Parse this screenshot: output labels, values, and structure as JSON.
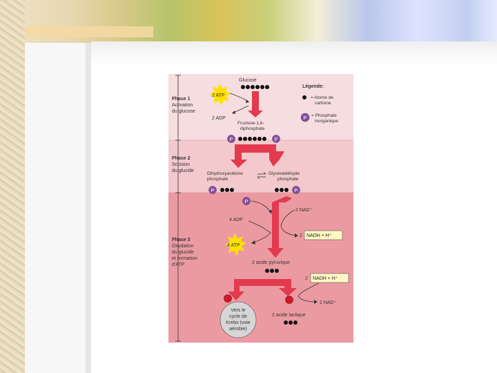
{
  "diagram": {
    "phase1": {
      "title": "Phase 1",
      "line1": "Activation",
      "line2": "du glucose"
    },
    "phase2": {
      "title": "Phase 2",
      "line1": "Scission",
      "line2": "du glucide"
    },
    "phase3": {
      "title": "Phase 3",
      "line1": "Oxydation",
      "line2": "du glucide",
      "line3": "et formation",
      "line4": "d'ATP"
    },
    "legend": {
      "title": "Légende:",
      "carbon1": "= Atome de",
      "carbon2": "carbone",
      "phosphate1": "= Phosphate",
      "phosphate2": "inorganique",
      "p": "P"
    },
    "glucose": "Glucose",
    "atp2": "2 ATP",
    "adp2": "2 ADP",
    "fructose1": "Fructose-1,6-",
    "fructose2": "diphosphate",
    "dhap1": "Dihydroxyacétone",
    "dhap2": "phosphate",
    "gal1": "Glycéraldéhyde",
    "gal2": "phosphate",
    "nad_plus_1": "2 NAD⁺",
    "adp4": "4 ADP",
    "nadh_1_prefix": "2",
    "nadh_1": "NADH + H⁺",
    "atp4": "4 ATP",
    "pyruvic": "2 acide pyruvique",
    "nadh_2_prefix": "2",
    "nadh_2": "NADH + H⁺",
    "nad_plus_2": "2 NAD⁺",
    "lactic": "2 acide lactique",
    "krebs1": "Vers le",
    "krebs2": "cycle de",
    "krebs3": "Krebs (voie",
    "krebs4": "aérobie)",
    "p": "P"
  }
}
